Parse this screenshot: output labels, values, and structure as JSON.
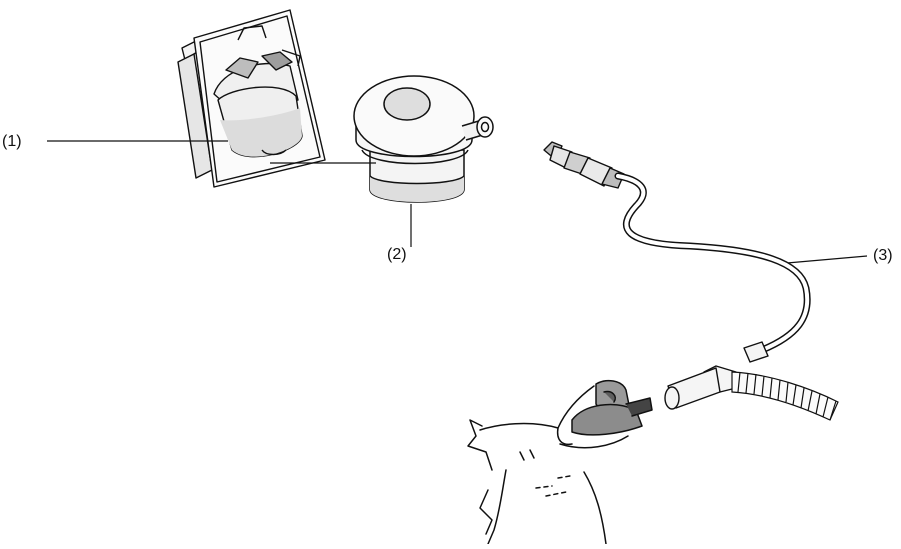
{
  "callouts": {
    "item1": "(1)",
    "item2": "(2)",
    "item3": "(3)"
  },
  "icons": [
    "module-slot-icon",
    "water-trap-icon",
    "sampling-line-icon",
    "t-adapter-icon",
    "breathing-tube-icon",
    "cat-patient-icon"
  ],
  "colors": {
    "line": "#111111",
    "shade": "#d6d6d6",
    "tongue": "#8c8c8c"
  }
}
